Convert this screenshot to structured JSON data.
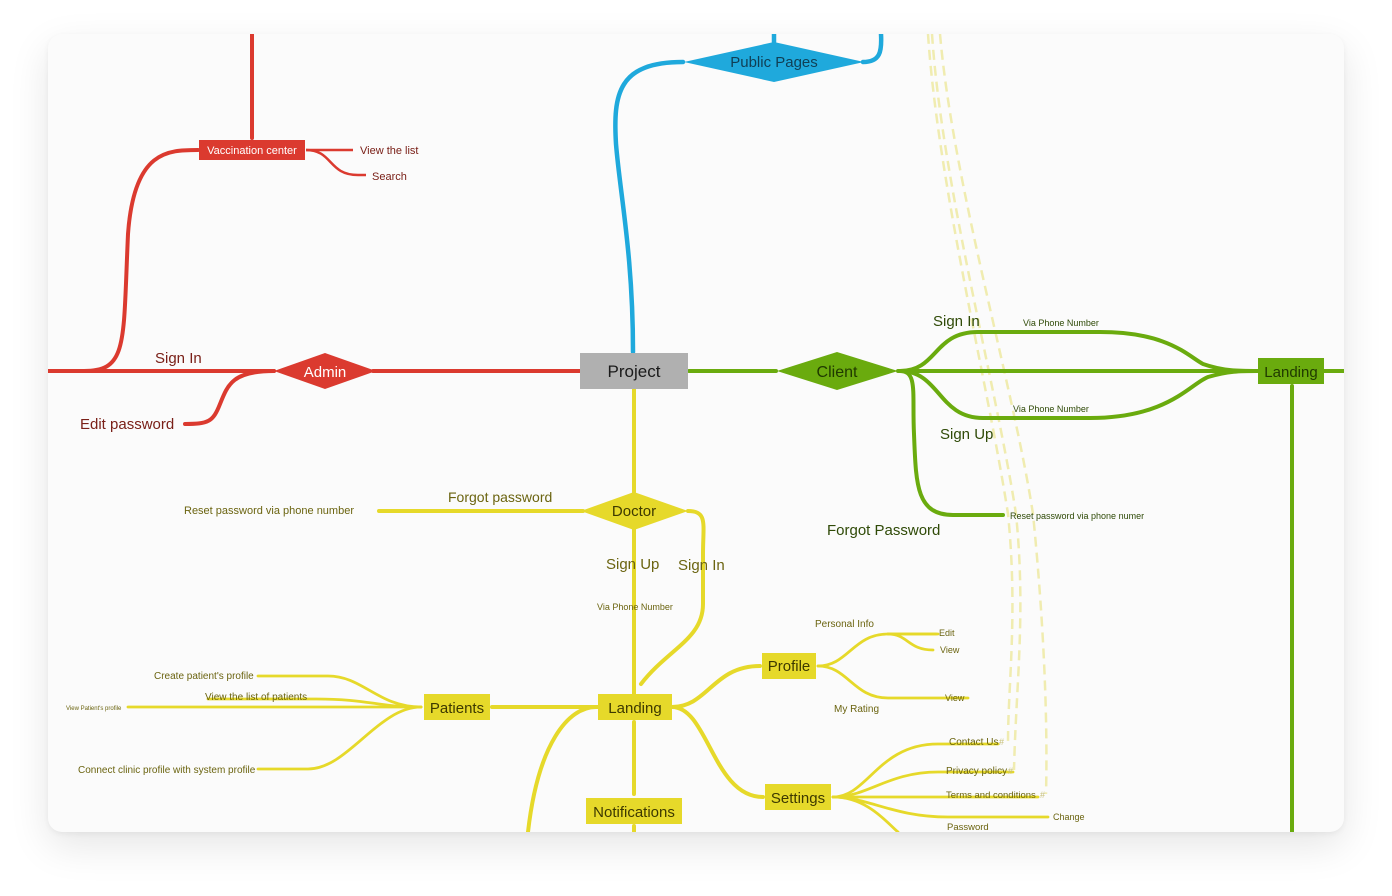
{
  "colors": {
    "admin": "#db3a2f",
    "public": "#1fa9dc",
    "client": "#6aab0e",
    "doctor": "#e6d92a",
    "project": "#b0b0b0"
  },
  "root": "Project",
  "public": {
    "title": "Public Pages"
  },
  "admin": {
    "title": "Admin",
    "vaccination_center": "Vaccination center",
    "view_list": "View the list",
    "search": "Search",
    "sign_in": "Sign In",
    "edit_password": "Edit password"
  },
  "client": {
    "title": "Client",
    "landing": "Landing",
    "sign_in": "Sign In",
    "sign_in_via": "Via Phone Number",
    "sign_up": "Sign Up",
    "sign_up_via": "Via Phone Number",
    "forgot_password": "Forgot Password",
    "reset_password": "Reset password via phone numer"
  },
  "doctor": {
    "title": "Doctor",
    "forgot_password": "Forgot password",
    "reset_password": "Reset password via phone number",
    "sign_up": "Sign Up",
    "sign_in": "Sign In",
    "via_phone": "Via Phone Number",
    "landing": "Landing",
    "notifications": "Notifications",
    "patients": {
      "title": "Patients",
      "create": "Create patient's profile",
      "view_list": "View the list of patients",
      "view_profile": "View Patient's profile",
      "connect": "Connect clinic profile with system profile"
    },
    "profile": {
      "title": "Profile",
      "personal_info": "Personal Info",
      "edit": "Edit",
      "view": "View",
      "my_rating": "My Rating",
      "rating_view": "View"
    },
    "settings": {
      "title": "Settings",
      "contact": "Contact Us",
      "privacy": "Privacy policy",
      "terms": "Terms and conditions",
      "password": "Password",
      "change": "Change",
      "hash": "#"
    }
  }
}
